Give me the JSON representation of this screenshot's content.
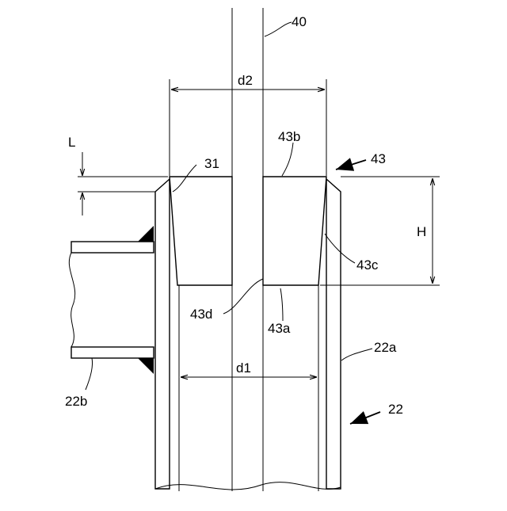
{
  "labels": {
    "rod": "40",
    "diameter_top": "d2",
    "length_gap": "L",
    "plug_top": "43b",
    "plug": "43",
    "contact": "31",
    "height": "H",
    "plug_side": "43c",
    "plug_hole": "43d",
    "plug_bottom": "43a",
    "tube_wall": "22a",
    "diameter_bottom": "d1",
    "side_pipe": "22b",
    "tube": "22"
  }
}
